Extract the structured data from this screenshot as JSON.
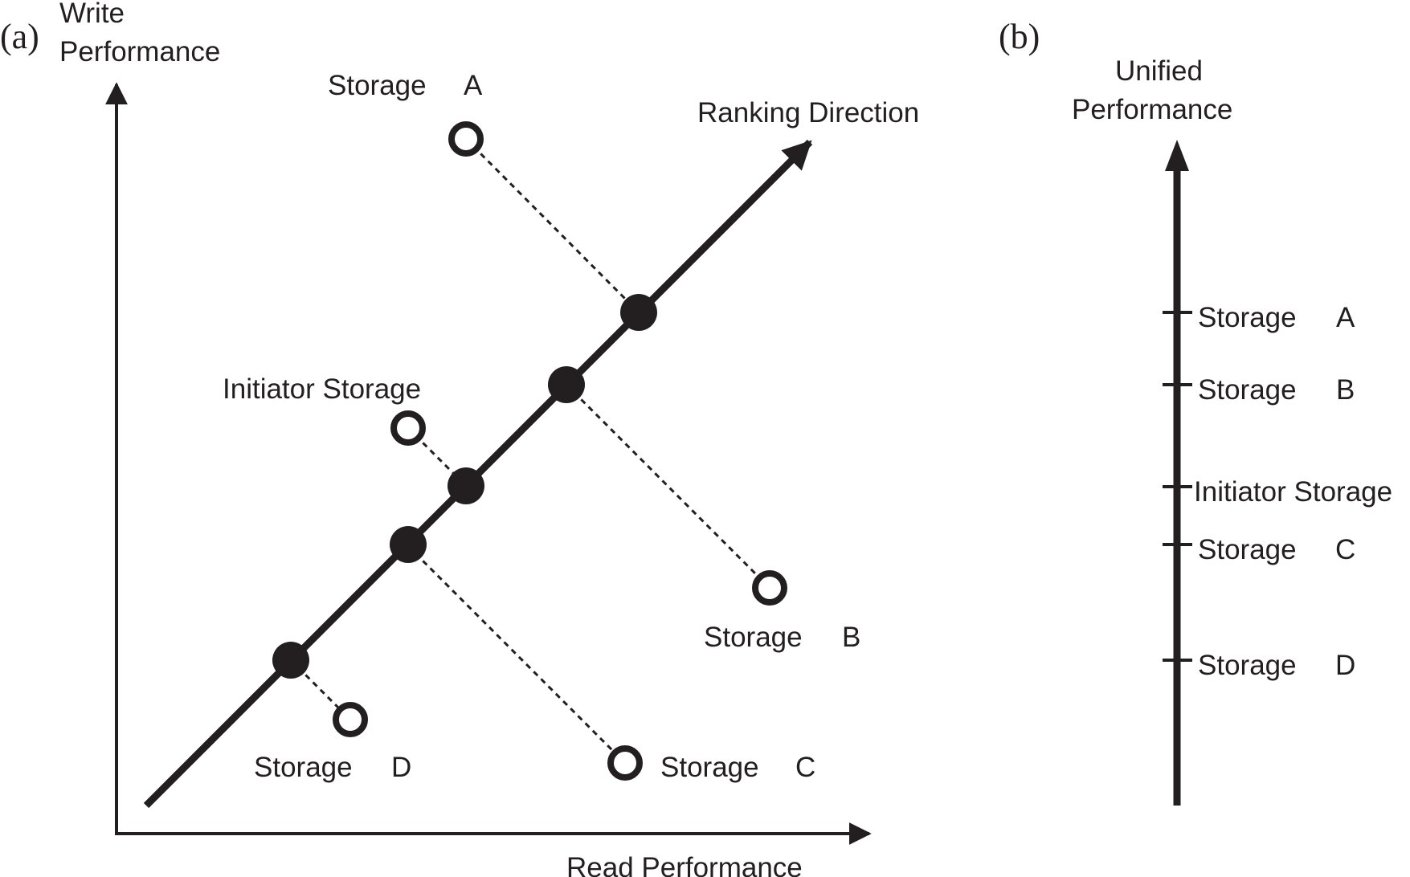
{
  "colors": {
    "ink": "#231f20",
    "background": "#ffffff"
  },
  "panel_a": {
    "label": "(a)",
    "y_axis_label_line1": "Write",
    "y_axis_label_line2": "Performance",
    "x_axis_label": "Read Performance",
    "ranking_label": "Ranking Direction",
    "storages": [
      {
        "name": "Storage",
        "letter": "A"
      },
      {
        "name": "Storage",
        "letter": "B"
      },
      {
        "name": "Initiator Storage",
        "letter": ""
      },
      {
        "name": "Storage",
        "letter": "C"
      },
      {
        "name": "Storage",
        "letter": "D"
      }
    ]
  },
  "panel_b": {
    "label": "(b)",
    "axis_label_line1": "Unified",
    "axis_label_line2": "Performance",
    "ranks": [
      {
        "name": "Storage",
        "letter": "A"
      },
      {
        "name": "Storage",
        "letter": "B"
      },
      {
        "name": "Initiator Storage",
        "letter": ""
      },
      {
        "name": "Storage",
        "letter": "C"
      },
      {
        "name": "Storage",
        "letter": "D"
      }
    ]
  }
}
